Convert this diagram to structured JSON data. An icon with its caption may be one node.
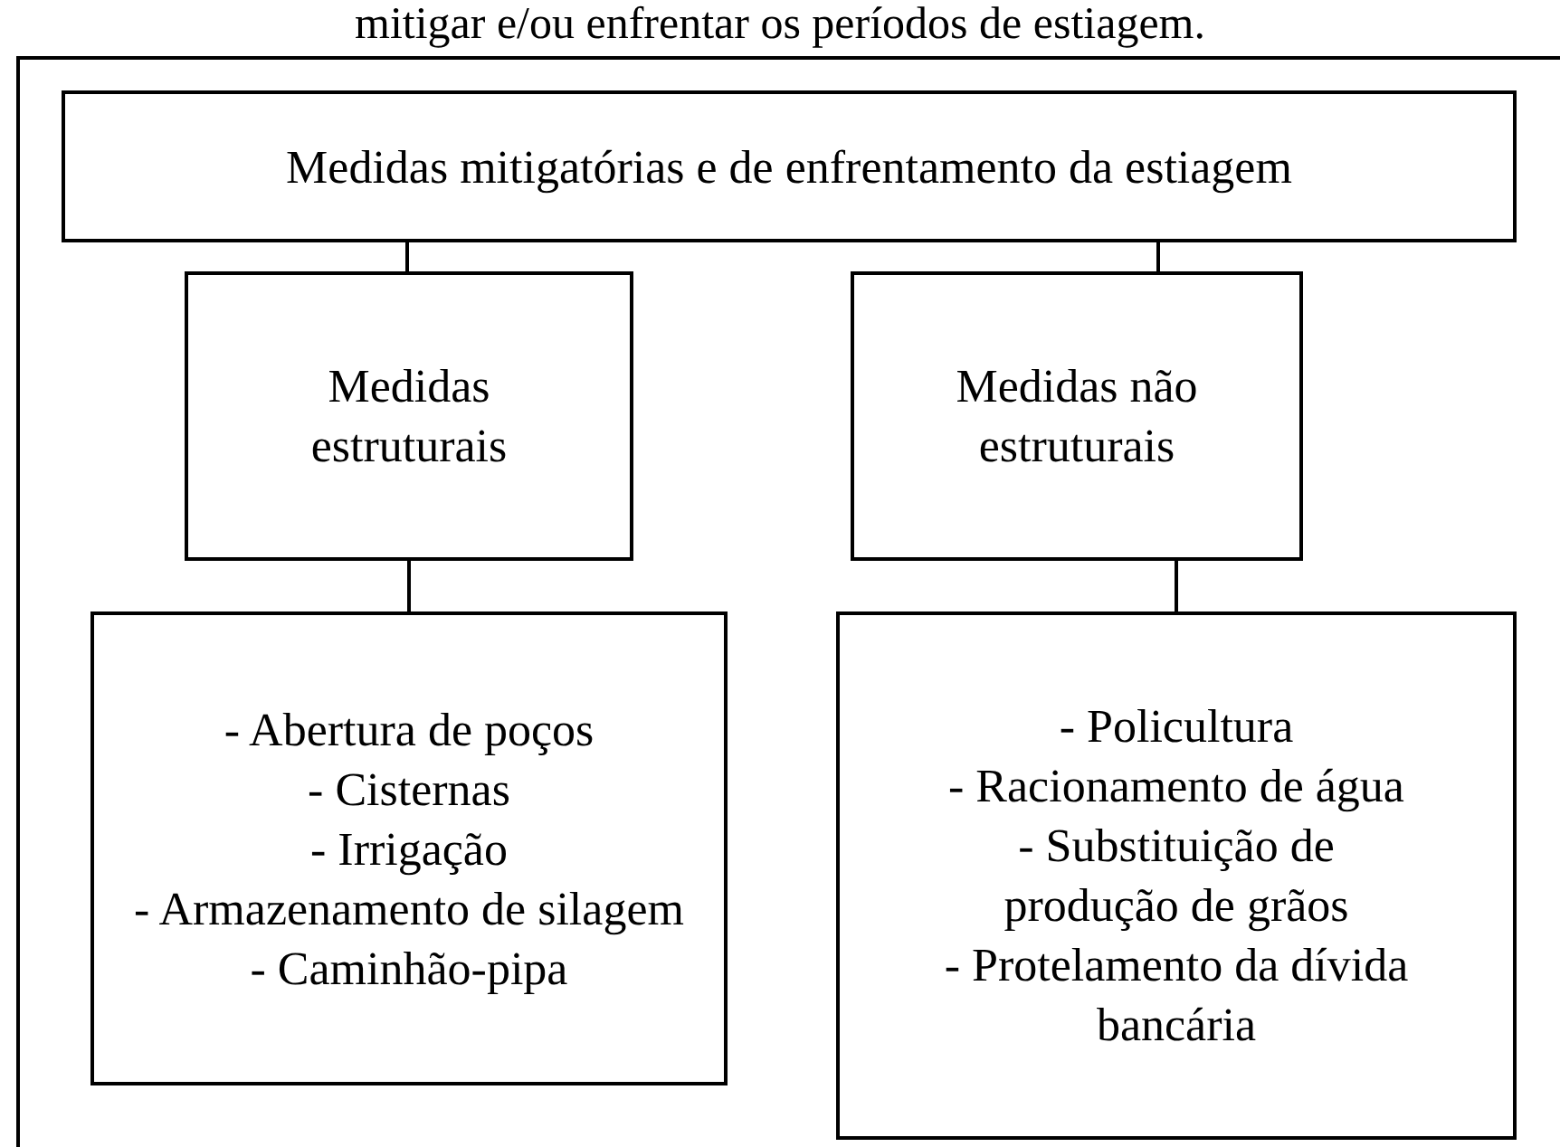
{
  "diagram": {
    "nodes": [
      {
        "text": [
          "Medidas mitigatórias e de enfrentamento da estiagem"
        ]
      },
      {
        "text": [
          "Medidas estruturais"
        ]
      },
      {
        "text": [
          "Medidas não estruturais"
        ]
      },
      {
        "text": [
          "- Abertura de poços",
          "- Cisternas",
          "- Irrigação",
          "- Armazenamento de silagem",
          "- Caminhão-pipa"
        ]
      },
      {
        "text": [
          "- Policultura",
          "- Racionamento de água",
          "- Substituição de produção de grãos",
          "- Protelamento da dívida bancária"
        ]
      }
    ],
    "edges": [
      {
        "from": 0,
        "to": 1,
        "arrow": "none"
      },
      {
        "from": 0,
        "to": 2,
        "arrow": "none"
      },
      {
        "from": 1,
        "to": 3,
        "arrow": "none"
      },
      {
        "from": 2,
        "to": 4,
        "arrow": "none"
      }
    ],
    "labels": [
      "mitigar e/ou enfrentar os períodos de estiagem."
    ]
  }
}
